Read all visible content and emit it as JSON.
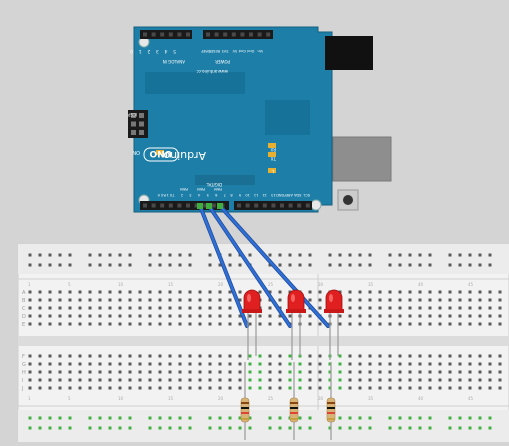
{
  "board": {
    "brand": "Arduino",
    "model": "UNO",
    "website": "www.arduino.cc",
    "on_label": "ON",
    "icsp_label": "ICSP",
    "tx_label": "TX",
    "rx_label": "RX",
    "l_label": "L",
    "analog_label": "ANALOG IN",
    "power_label": "POWER",
    "digital_label": "DIGITAL",
    "analog_pins": [
      "5",
      "4",
      "3",
      "2",
      "1",
      "0"
    ],
    "power_pins": [
      "Vin",
      "Gnd",
      "Gnd",
      "5V",
      "3V3",
      "RESET",
      "IOREF"
    ],
    "digital_top": [
      "SCL",
      "SDA",
      "AREF",
      "GND",
      "13",
      "12",
      "11",
      "10",
      "9",
      "8"
    ],
    "digital_bottom": [
      "7",
      "6",
      "5",
      "4",
      "3",
      "2",
      "TX 1",
      "RX 0"
    ],
    "pwm_label": "PWM"
  },
  "breadboard": {
    "row_letters_top": [
      "A",
      "B",
      "C",
      "D",
      "E"
    ],
    "row_letters_bottom": [
      "F",
      "G",
      "H",
      "I",
      "J"
    ],
    "column_numbers": [
      "1",
      "5",
      "10",
      "15",
      "20",
      "25",
      "30",
      "35",
      "40",
      "45"
    ]
  },
  "colors": {
    "board": "#1d7fa8",
    "board_dark": "#14607f",
    "wire": "#2f6fd6",
    "led": "#e02020",
    "breadboard": "#f2f2f2",
    "hole": "#5a5a5a",
    "hole_active": "#3fb040",
    "resistor": "#d8b377"
  },
  "components": {
    "leds": [
      "led-1",
      "led-2",
      "led-3"
    ],
    "resistors": [
      "resistor-1",
      "resistor-2",
      "resistor-3"
    ],
    "wires": [
      "wire-1",
      "wire-2",
      "wire-3"
    ]
  }
}
